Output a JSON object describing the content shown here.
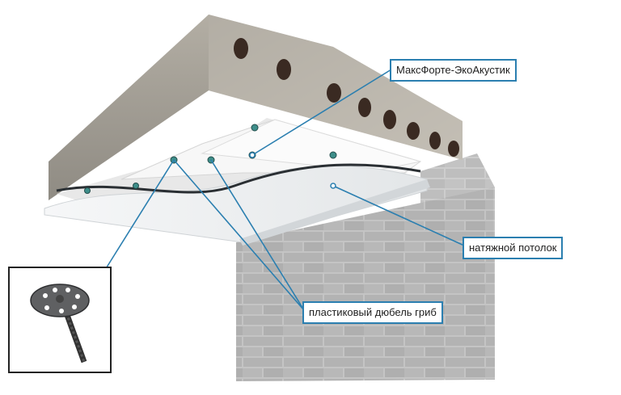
{
  "labels": {
    "insulation": "МаксФорте-ЭкоАкустик",
    "stretch_ceiling": "натяжной потолок",
    "dowel": "пластиковый дюбель гриб"
  },
  "icons": {
    "dowel_detail": "mushroom-dowel-icon"
  },
  "colors": {
    "callout_border": "#2b7fb0",
    "leader_line": "#2b7fb0",
    "slab": "#b9b4aa",
    "brick": "#b5b5b5",
    "panel": "#f2f2f2",
    "film": "#e9ecee"
  }
}
